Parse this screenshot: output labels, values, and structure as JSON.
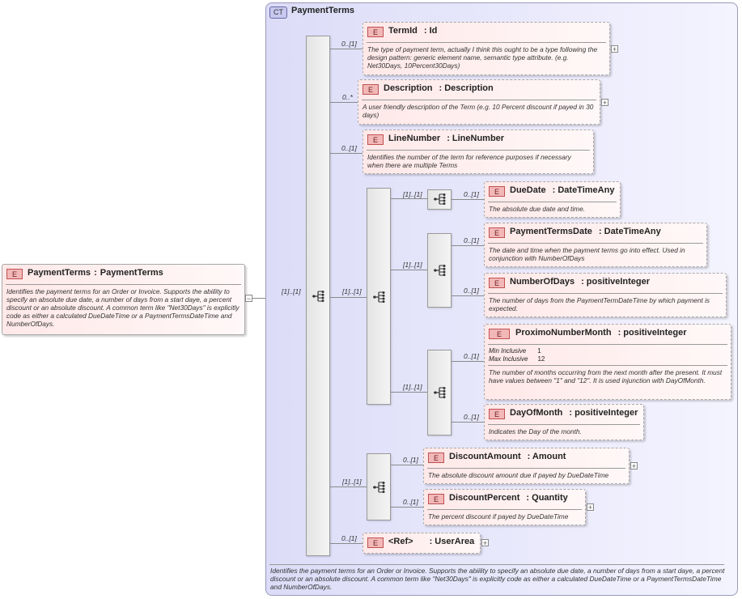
{
  "complex_type": {
    "tag": "CT",
    "title": "PaymentTerms",
    "footer": "Identifies the payment terms for an Order or Invoice. Supports the abiility to specify an absolute due date, a number of days from a start daye, a percent discount or an absolute discount. A common term like \"Net30Days\" is explicitly code as either a calculated DueDateTime or a PaymentTermsDateTime and NumberOfDays."
  },
  "root": {
    "tag": "E",
    "name": "PaymentTerms",
    "type": "PaymentTerms",
    "desc": "Identifies the payment terms for an Order or Invoice. Supports the abiility to specify an absolute due date, a number of days from a start daye, a percent discount or an absolute discount. A common term like \"Net30Days\" is explicitly code as either a calculated DueDateTime or a PaymentTermsDateTime and NumberOfDays.",
    "expand": "−"
  },
  "cards": {
    "root_seq": "[1]..[1]",
    "termid": "0..[1]",
    "description": "0..*",
    "linenumber": "0..[1]",
    "choice1": "[1]..[1]",
    "duedate_seq": "[1]..[1]",
    "duedate": "0..[1]",
    "ptd_seq": "[1]..[1]",
    "ptd": "0..[1]",
    "nod": "0..[1]",
    "proximo_seq": "[1]..[1]",
    "proximo": "0..[1]",
    "dayofmonth": "0..[1]",
    "discount_seq": "[1]..[1]",
    "discountamount": "0..[1]",
    "discountpercent": "0..[1]",
    "userarea": "0..[1]"
  },
  "elements": {
    "termid": {
      "tag": "E",
      "name": "TermId",
      "type": ": Id",
      "desc": "The type of payment term, actually I think this ought to be a type following the design pattern: generic element name, semantic type attribute. (e.g. Net30Days, 10Percent30Days)"
    },
    "description": {
      "tag": "E",
      "name": "Description",
      "type": ": Description",
      "desc": "A user friendly description of the Term (e.g. 10 Percent discount if payed in 30 days)"
    },
    "linenumber": {
      "tag": "E",
      "name": "LineNumber",
      "type": ": LineNumber",
      "desc": "Identifies the number of the term for reference purposes if necessary when there are multiple Terms"
    },
    "duedate": {
      "tag": "E",
      "name": "DueDate",
      "type": ": DateTimeAny",
      "desc": "The absolute due date and time."
    },
    "ptd": {
      "tag": "E",
      "name": "PaymentTermsDate",
      "type": ": DateTimeAny",
      "desc": "The date and time when the payment terms go into effect. Used in conjunction with NumberOfDays"
    },
    "nod": {
      "tag": "E",
      "name": "NumberOfDays",
      "type": ": positiveInteger",
      "desc": "The number of days from the PaymentTermDateTime by which payment is expected."
    },
    "proximo": {
      "tag": "E",
      "name": "ProximoNumberMonth",
      "type": ": positiveInteger",
      "min_label": "Min Inclusive",
      "min_value": "1",
      "max_label": "Max Inclusive",
      "max_value": "12",
      "desc": "The number of months occurring from the next month after the present.  It must have values between \"1\" and \"12\".  It is used injunction with DayOfMonth."
    },
    "dayofmonth": {
      "tag": "E",
      "name": "DayOfMonth",
      "type": ": positiveInteger",
      "desc": "Indicates the Day of the month."
    },
    "discountamount": {
      "tag": "E",
      "name": "DiscountAmount",
      "type": ": Amount",
      "desc": "The absolute discount amount due if payed by DueDateTime"
    },
    "discountpercent": {
      "tag": "E",
      "name": "DiscountPercent",
      "type": ": Quantity",
      "desc": "The percent discount if payed by DueDateTime"
    },
    "userarea": {
      "tag": "E",
      "name": "<Ref>",
      "type": ": UserArea"
    }
  },
  "expand_symbol": "+"
}
